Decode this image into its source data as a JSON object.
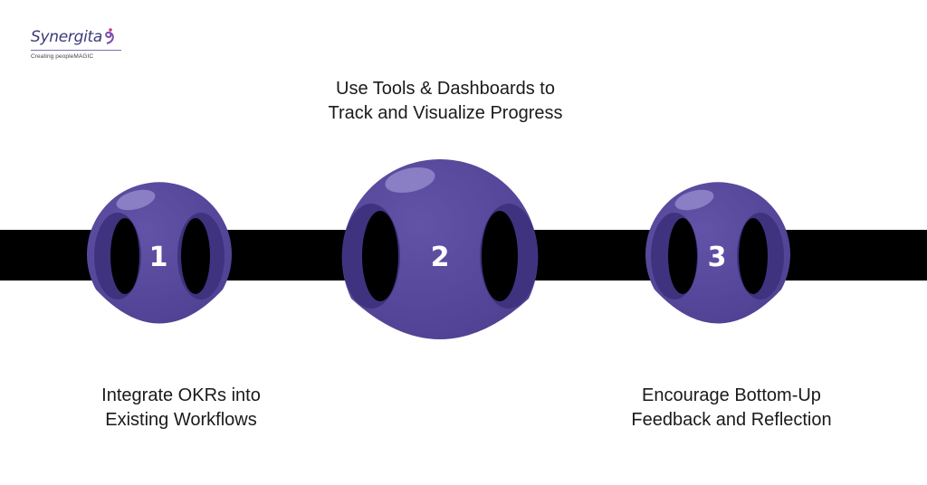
{
  "brand": {
    "name": "Synergita",
    "tagline": "Creating peopleMAGIC"
  },
  "steps": [
    {
      "number": "1",
      "label_line1": "Integrate OKRs into",
      "label_line2": "Existing Workflows"
    },
    {
      "number": "2",
      "label_line1": "Use Tools & Dashboards to",
      "label_line2": "Track and Visualize Progress"
    },
    {
      "number": "3",
      "label_line1": "Encourage Bottom-Up",
      "label_line2": "Feedback and Reflection"
    }
  ],
  "colors": {
    "ball": "#5a4a9e",
    "ball_dark": "#3f3380",
    "highlight": "#9a8fd0",
    "bar": "#000000",
    "text": "#1a1a1a"
  }
}
